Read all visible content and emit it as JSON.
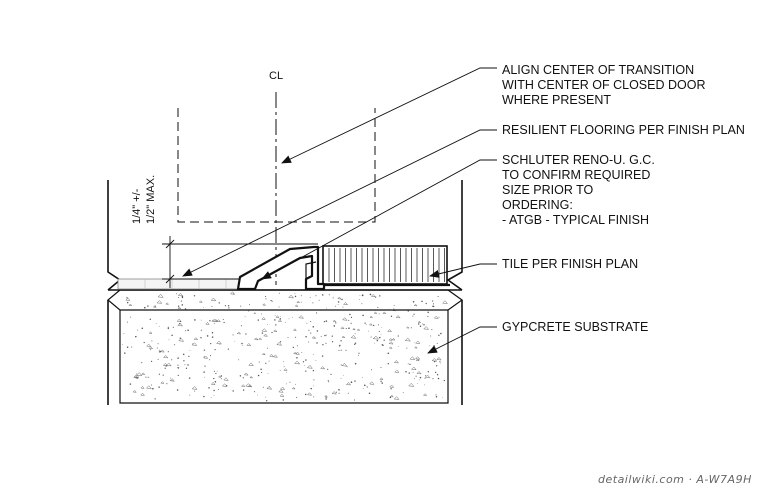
{
  "notes": {
    "align": [
      "ALIGN CENTER OF TRANSITION",
      "WITH CENTER OF CLOSED DOOR",
      "WHERE PRESENT"
    ],
    "resilient": [
      "RESILIENT FLOORING PER FINISH PLAN"
    ],
    "schluter": [
      "SCHLUTER RENO-U. G.C.",
      "TO CONFIRM REQUIRED",
      "SIZE PRIOR TO",
      "ORDERING:",
      "- ATGB - TYPICAL FINISH"
    ],
    "tile": [
      "TILE PER FINISH PLAN"
    ],
    "gypcrete": [
      "GYPCRETE SUBSTRATE"
    ]
  },
  "dimension": {
    "line1": "1/4\" +/-",
    "line2": "1/2\" MAX."
  },
  "centerline_symbol": "CL",
  "watermark": "detailwiki.com · A-W7A9H"
}
